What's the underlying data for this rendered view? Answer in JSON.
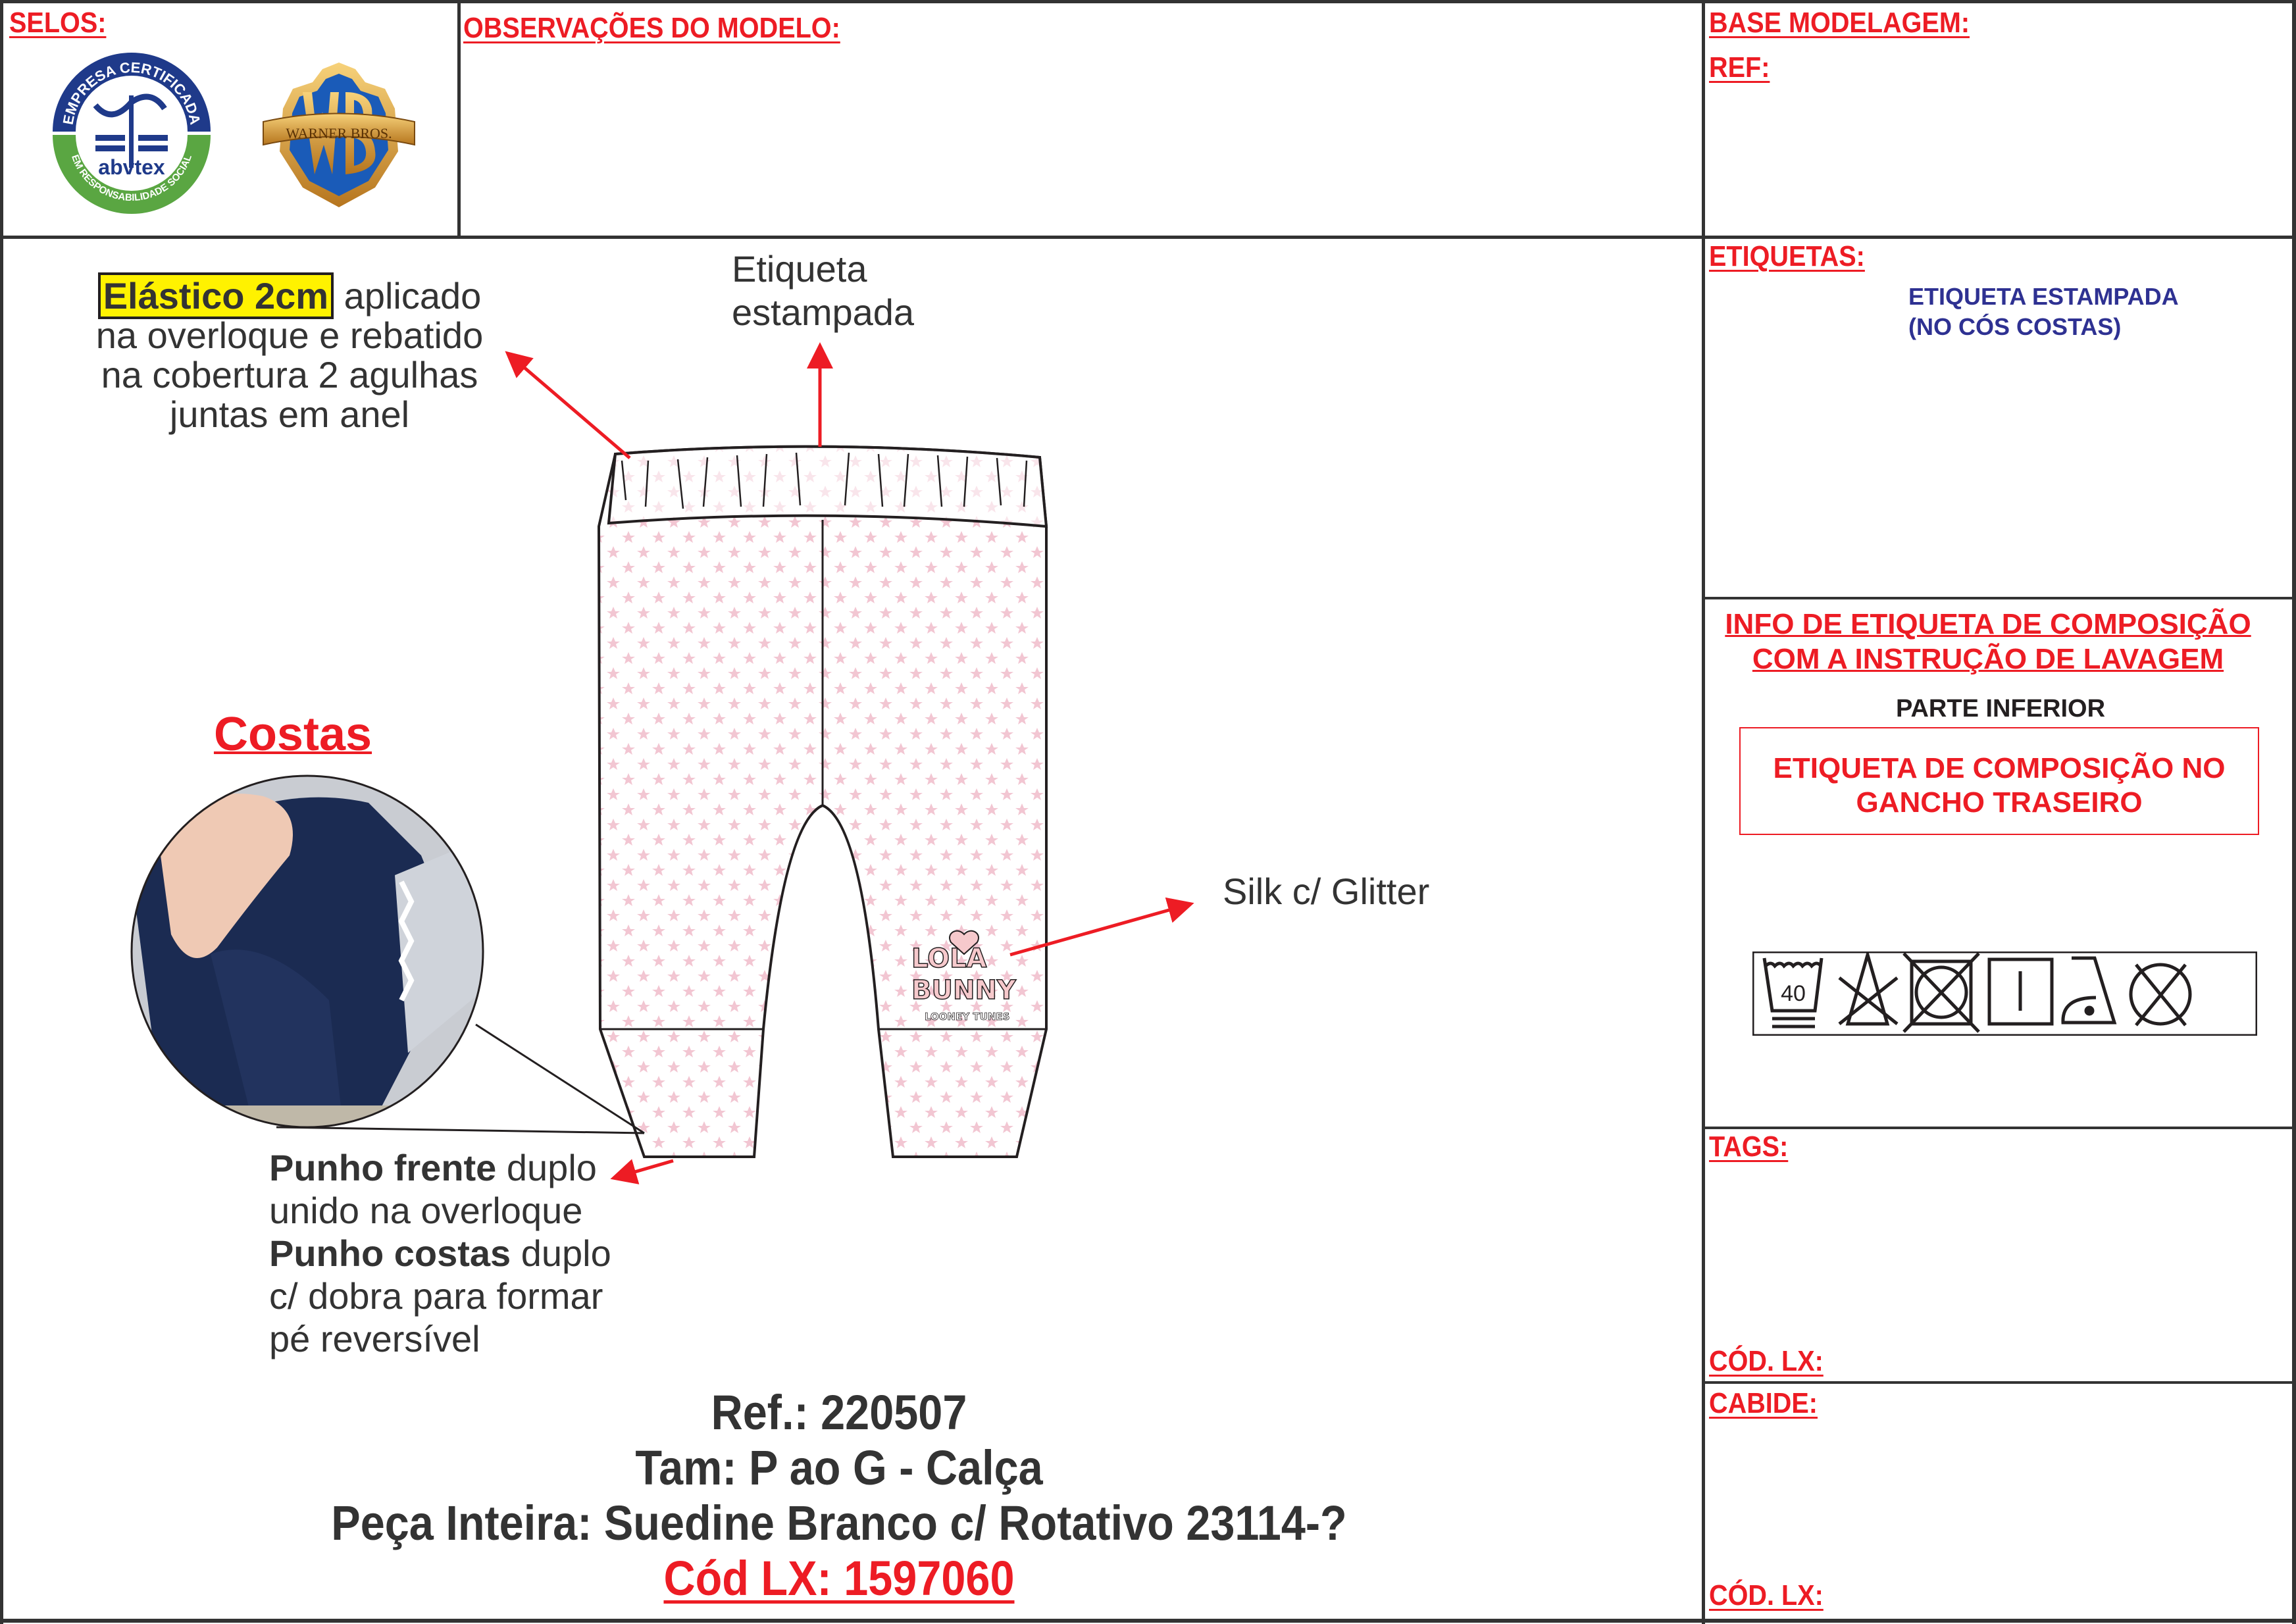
{
  "header": {
    "selos_label": "SELOS:",
    "observacoes_label": "OBSERVAÇÕES DO MODELO:",
    "base_modelagem_label": "BASE MODELAGEM:",
    "ref_label": "REF:",
    "logos": {
      "abvtex": {
        "top": "EMPRESA CERTIFICADA",
        "name": "abvtex",
        "bottom": "EM RESPONSABILIDADE SOCIAL"
      },
      "wb": {
        "name": "WARNER BROS."
      }
    }
  },
  "sidebar": {
    "etiquetas_label": "ETIQUETAS:",
    "etiquetas_lines": [
      "ETIQUETA ESTAMPADA",
      "(NO CÓS COSTAS)"
    ],
    "info_heading": [
      "INFO DE ETIQUETA DE COMPOSIÇÃO",
      "COM A INSTRUÇÃO DE LAVAGEM"
    ],
    "parte_label": "PARTE INFERIOR",
    "composicao_box": [
      "ETIQUETA DE COMPOSIÇÃO NO",
      "GANCHO TRASEIRO"
    ],
    "wash_symbols": [
      {
        "icon": "wash-40-gentle-icon",
        "text": "40"
      },
      {
        "icon": "do-not-bleach-icon"
      },
      {
        "icon": "do-not-tumble-dry-icon"
      },
      {
        "icon": "line-dry-icon"
      },
      {
        "icon": "iron-low-icon"
      },
      {
        "icon": "do-not-dry-clean-icon"
      }
    ],
    "tags_label": "TAGS:",
    "cod_lx_label_1": "CÓD. LX:",
    "cabide_label": "CABIDE:",
    "cod_lx_label_2": "CÓD. LX:"
  },
  "main": {
    "elastico": {
      "highlight": "Elástico 2cm",
      "rest_first": " aplicado",
      "lines": [
        "na overloque e rebatido",
        "na cobertura 2 agulhas",
        "juntas em anel"
      ]
    },
    "etiqueta_note": [
      "Etiqueta",
      "estampada"
    ],
    "costas_label": "Costas",
    "silk_note": "Silk c/ Glitter",
    "print_art": {
      "line1": "LOLA",
      "line2": "BUNNY",
      "line3": "LOONEY TUNES"
    },
    "punho": [
      {
        "bold": "Punho frente",
        "rest": " duplo"
      },
      {
        "rest": "unido na overloque"
      },
      {
        "bold": "Punho costas",
        "rest": " duplo"
      },
      {
        "rest": "c/ dobra para formar"
      },
      {
        "rest": "pé reversível"
      }
    ],
    "ref": "Ref.: 220507",
    "tam": "Tam: P ao G - Calça",
    "peca": "Peça Inteira: Suedine Branco c/ Rotativo 23114-?",
    "cod_lx": "Cód LX: 1597060"
  },
  "colors": {
    "accent_red": "#ed1c24",
    "label_blue": "#2e3192",
    "highlight_yellow": "#fff200",
    "star_pink": "#f2c6d2"
  }
}
